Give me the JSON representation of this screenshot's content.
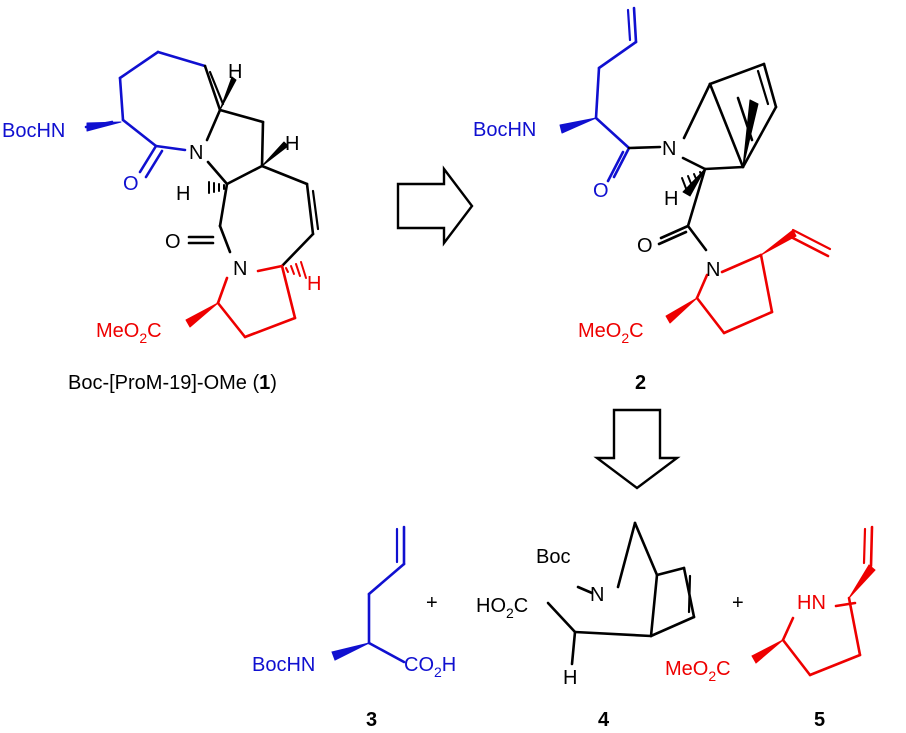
{
  "colors": {
    "black": "#000000",
    "blue": "#1010d0",
    "red": "#ee0000"
  },
  "compound1": {
    "boc_nh": "BocHN",
    "oxo_1": "O",
    "oxo_2": "O",
    "n_1": "N",
    "n_2": "N",
    "h_1": "H",
    "h_2": "H",
    "h_3": "H",
    "h_4": "H",
    "ester": "MeO",
    "ester_sub": "2",
    "ester_tail": "C",
    "caption_text": "Boc-[ProM-19]-OMe (",
    "caption_number": "1",
    "caption_close": ")"
  },
  "compound2": {
    "boc_nh": "BocHN",
    "oxo_1": "O",
    "oxo_2": "O",
    "n_1": "N",
    "n_2": "N",
    "h_1": "H",
    "ester": "MeO",
    "ester_sub": "2",
    "ester_tail": "C",
    "label": "2"
  },
  "compound3": {
    "boc_nh": "BocHN",
    "acid": "CO",
    "acid_sub": "2",
    "acid_tail": "H",
    "label": "3"
  },
  "compound4": {
    "boc": "Boc",
    "n": "N",
    "acid": "HO",
    "acid_sub": "2",
    "acid_tail": "C",
    "h": "H",
    "label": "4"
  },
  "compound5": {
    "hn": "HN",
    "ester": "MeO",
    "ester_sub": "2",
    "ester_tail": "C",
    "label": "5"
  },
  "plus_1": "+",
  "plus_2": "+"
}
